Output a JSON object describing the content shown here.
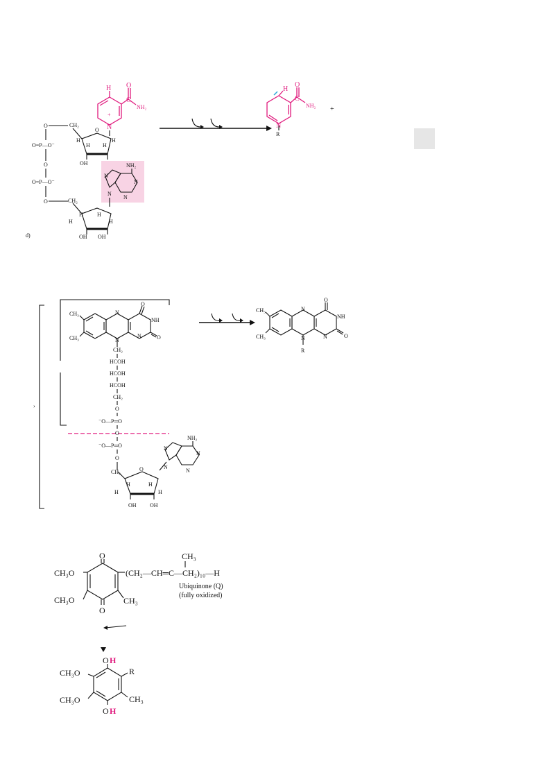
{
  "nad": {
    "h": "H",
    "o": "O",
    "c": "C",
    "nh2": "NH₂",
    "n_plus": "N",
    "plus_sign": "+",
    "o_left": "O",
    "ch2": "CH₂",
    "p1": "O=P—O⁻",
    "p2": "O=P—O⁻",
    "o_bridge": "O",
    "o_bottom": "O",
    "h1": "H",
    "h2": "H",
    "h3": "H",
    "h4": "H",
    "oh1": "OH",
    "oh2": "OH",
    "adenine_nh2": "NH₂",
    "n1": "N",
    "n2": "N",
    "n3": "N",
    "n4": "N",
    "ch2b": "CH₂",
    "hb1": "H",
    "hb2": "H",
    "hb3": "H",
    "hb4": "H",
    "ohb1": "OH",
    "ohb2": "OH",
    "corner_label": "d)"
  },
  "nadh": {
    "h": "H",
    "o": "O",
    "c": "C",
    "nh2": "NH₂",
    "plus": "+",
    "n": "N",
    "r": "R"
  },
  "fad": {
    "ch3a": "CH₃",
    "ch3b": "CH₃",
    "n1": "N",
    "o1": "O",
    "nh": "NH",
    "n2": "N",
    "o2": "O",
    "n3": "N",
    "ch2": "CH₂",
    "hcoh1": "HCOH",
    "hcoh2": "HCOH",
    "hcoh3": "HCOH",
    "ch2b": "CH₂",
    "o3": "O",
    "p1": "⁻O—P═O",
    "o4": "O",
    "p2": "⁻O—P═O",
    "o5": "O",
    "adenine_nh2": "NH₂",
    "an1": "N",
    "an2": "N",
    "an3": "N",
    "an4": "N",
    "ch2c": "CH₂",
    "ro": "O",
    "rh1": "H",
    "rh2": "H",
    "rh3": "H",
    "rh4": "H",
    "oh1": "OH",
    "oh2": "OH",
    "side_mark": "›"
  },
  "fmn_product": {
    "ch3a": "CH₃",
    "ch3b": "CH₃",
    "n1": "N",
    "o1": "O",
    "nh": "NH",
    "n2": "N",
    "o2": "O",
    "n3": "N",
    "r": "R"
  },
  "ubiquinone": {
    "och3a": "CH₃O",
    "och3b": "CH₃O",
    "o_top": "O",
    "o_bottom": "O",
    "chain": "(CH₂—CH═C—CH₂)₁₀—H",
    "chain_ch3": "CH₃",
    "ring_ch3": "CH₃",
    "name": "Ubiquinone (Q)",
    "state": "(fully oxidized)"
  },
  "ubiquinol": {
    "oh_top_o": "O",
    "oh_top_h": "H",
    "oh_bottom_o": "O",
    "oh_bottom_h": "H",
    "och3a": "CH₃O",
    "och3b": "CH₃O",
    "r": "R",
    "ring_ch3": "CH₃"
  },
  "colors": {
    "accent": "#e0197d",
    "highlight_box": "#f8d3e4",
    "gray_box": "#e6e6e6",
    "ink": "#111111"
  }
}
